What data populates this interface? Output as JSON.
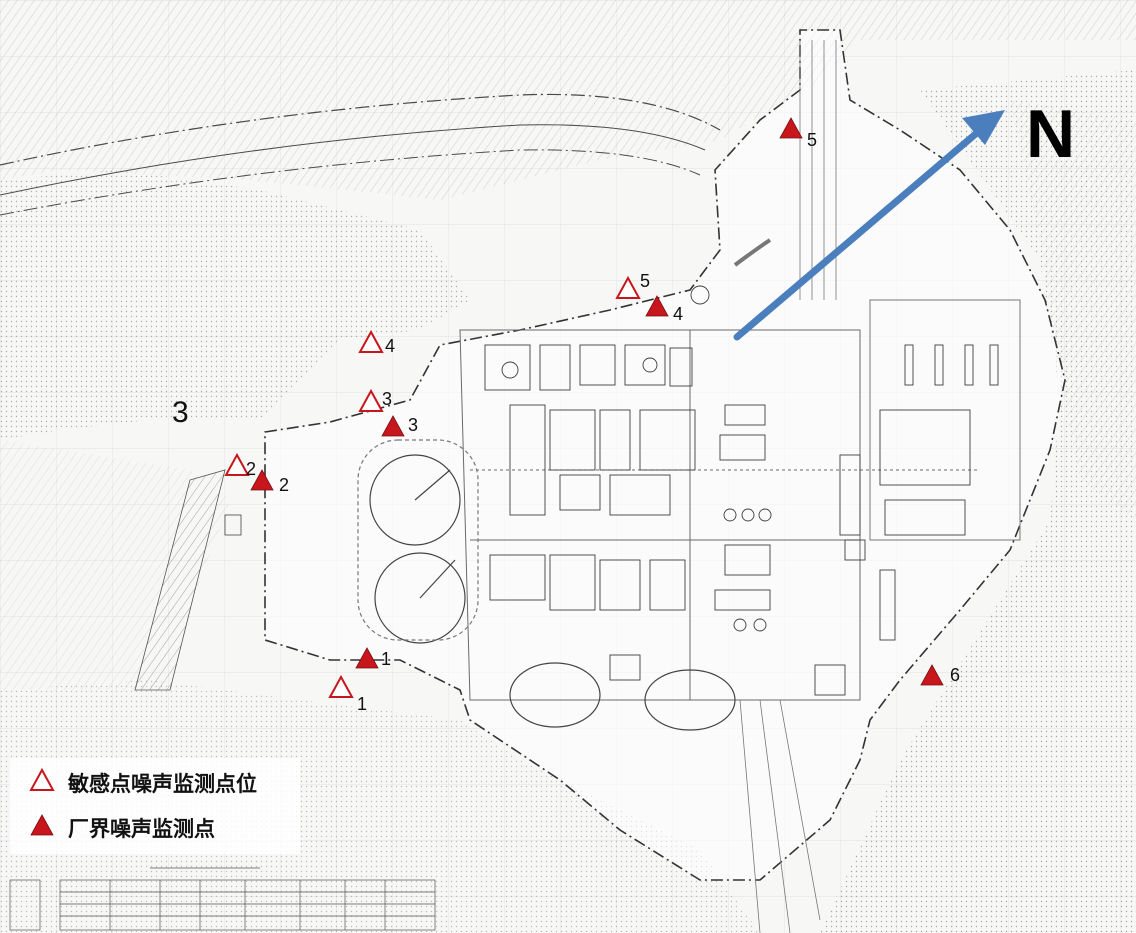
{
  "compass": {
    "label": "N",
    "arrow_color": "#4a7ebd"
  },
  "area_label": "3",
  "colors": {
    "marker_red": "#c8161d",
    "marker_outline": "#c8161d",
    "drawing_line": "#555555",
    "terrain_hatch": "#8a8a8a"
  },
  "markers": {
    "sensitive": [
      {
        "id": "1",
        "label": "1"
      },
      {
        "id": "2",
        "label": "2"
      },
      {
        "id": "3",
        "label": "3"
      },
      {
        "id": "4",
        "label": "4"
      },
      {
        "id": "5",
        "label": "5"
      }
    ],
    "boundary": [
      {
        "id": "1",
        "label": "1"
      },
      {
        "id": "2",
        "label": "2"
      },
      {
        "id": "3",
        "label": "3"
      },
      {
        "id": "4",
        "label": "4"
      },
      {
        "id": "5",
        "label": "5"
      },
      {
        "id": "6",
        "label": "6"
      }
    ]
  },
  "legend": {
    "sensitive_label": "敏感点噪声监测点位",
    "boundary_label": "厂界噪声监测点",
    "sensitive_icon": "hollow-triangle-icon",
    "boundary_icon": "filled-triangle-icon"
  }
}
